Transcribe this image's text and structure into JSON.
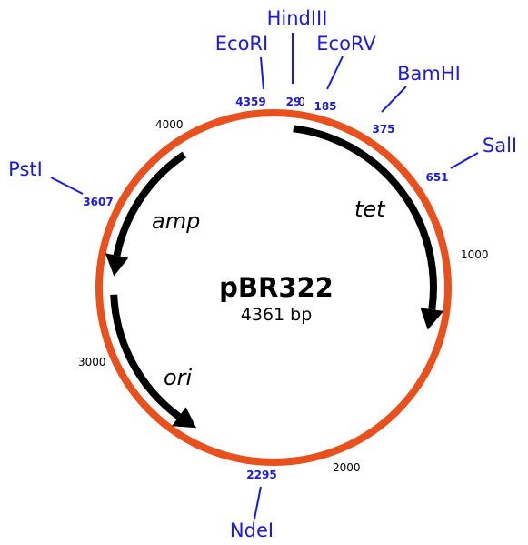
{
  "plasmid": {
    "name": "pBR322",
    "size_label": "4361 bp",
    "length": 4361
  },
  "colors": {
    "backbone": "#E8501E",
    "site": "#1A1AE0",
    "gene": "#000000"
  },
  "ticks": [
    {
      "label": "0",
      "pos": 0
    },
    {
      "label": "1000",
      "pos": 1000
    },
    {
      "label": "2000",
      "pos": 2000
    },
    {
      "label": "3000",
      "pos": 3000
    },
    {
      "label": "4000",
      "pos": 4000
    }
  ],
  "sites": [
    {
      "name": "HindIII",
      "position": "29",
      "pos": 29
    },
    {
      "name": "EcoRV",
      "position": "185",
      "pos": 185
    },
    {
      "name": "BamHI",
      "position": "375",
      "pos": 375
    },
    {
      "name": "SalI",
      "position": "651",
      "pos": 651
    },
    {
      "name": "NdeI",
      "position": "2295",
      "pos": 2295
    },
    {
      "name": "PstI",
      "position": "3607",
      "pos": 3607
    },
    {
      "name": "EcoRI",
      "position": "4359",
      "pos": 4359
    }
  ],
  "features": [
    {
      "name": "tet",
      "start": 86,
      "end": 1276,
      "direction": "clockwise"
    },
    {
      "name": "amp",
      "start": 3950,
      "end": 3320,
      "direction": "counterclockwise"
    },
    {
      "name": "ori",
      "start": 3240,
      "end": 2530,
      "direction": "counterclockwise"
    }
  ]
}
